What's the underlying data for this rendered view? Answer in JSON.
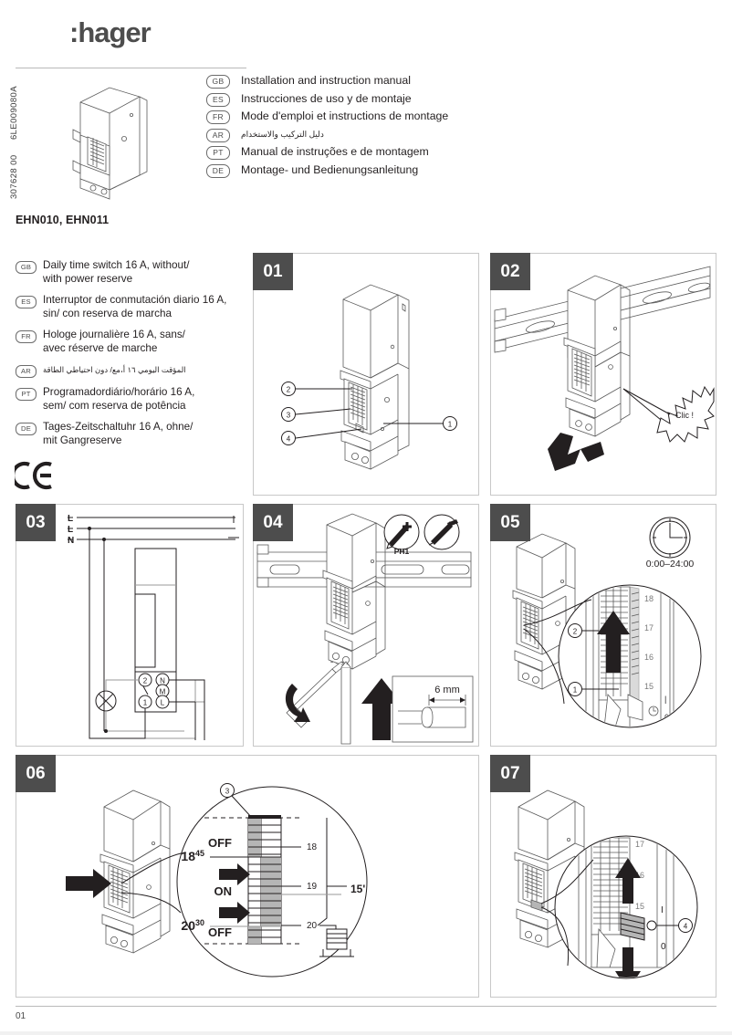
{
  "brand": {
    "logo_text": ":hager"
  },
  "doc_codes": {
    "ref_vertical": "6LE009080A",
    "number_vertical": "307628 00"
  },
  "product": {
    "model_numbers": "EHN010, EHN011"
  },
  "header_languages": [
    {
      "code": "GB",
      "text": "Installation and instruction manual"
    },
    {
      "code": "ES",
      "text": "Instrucciones de uso y de montaje"
    },
    {
      "code": "FR",
      "text": "Mode d'emploi et instructions de montage"
    },
    {
      "code": "AR",
      "text": "دليل التركيب والاستخدام"
    },
    {
      "code": "PT",
      "text": "Manual de instruções e de montagem"
    },
    {
      "code": "DE",
      "text": "Montage- und Bedienungsanleitung"
    }
  ],
  "description_languages": [
    {
      "code": "GB",
      "line1": "Daily time switch 16 A, without/",
      "line2": "with power reserve"
    },
    {
      "code": "ES",
      "line1": "Interruptor de conmutación diario 16 A,",
      "line2": "sin/ con reserva de marcha"
    },
    {
      "code": "FR",
      "line1": "Hologe journalière 16 A, sans/",
      "line2": "avec réserve de marche"
    },
    {
      "code": "AR",
      "line1": "المؤقت اليومي ١٦ أ،مع/ دون احتياطي الطاقة",
      "line2": ""
    },
    {
      "code": "PT",
      "line1": "Programadordiário/horário 16 A,",
      "line2": "sem/ com reserva de potência"
    },
    {
      "code": "DE",
      "line1": "Tages-Zeitschaltuhr 16 A, ohne/",
      "line2": "mit Gangreserve"
    }
  ],
  "marks": {
    "ce": "CE"
  },
  "panels": [
    {
      "id": "01",
      "number": "01",
      "callouts": [
        "1",
        "2",
        "3",
        "4"
      ]
    },
    {
      "id": "02",
      "number": "02",
      "callouts": [],
      "click_label": "Clic !"
    },
    {
      "id": "03",
      "number": "03",
      "rail_labels": [
        "L",
        "L",
        "N"
      ],
      "terminals_left": [
        "2",
        "1"
      ],
      "terminals_right": [
        "N",
        "M",
        "L"
      ]
    },
    {
      "id": "04",
      "number": "04",
      "tool_label": "PH1",
      "strip_length": "6 mm"
    },
    {
      "id": "05",
      "number": "05",
      "clock_range": "0:00–24:00",
      "callouts": [
        "1",
        "2"
      ]
    },
    {
      "id": "06",
      "number": "06",
      "callouts": [
        "3"
      ],
      "states": [
        "OFF",
        "ON",
        "OFF"
      ],
      "time_on": {
        "hour": "18",
        "minute": "45"
      },
      "time_off": {
        "hour": "20",
        "minute": "30"
      },
      "scale_ticks": [
        "18",
        "19",
        "20"
      ],
      "segment_label": "15'"
    },
    {
      "id": "07",
      "number": "07",
      "callouts": [
        "4"
      ],
      "switch_marks": [
        "I",
        "0"
      ]
    }
  ],
  "footer": {
    "page_number": "01"
  }
}
